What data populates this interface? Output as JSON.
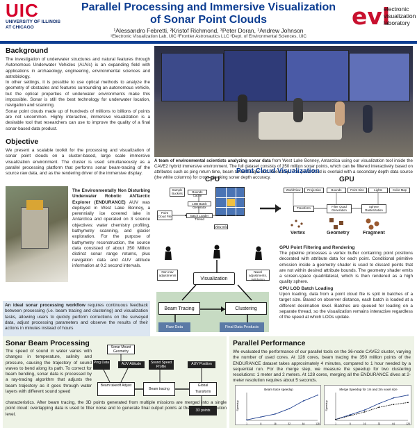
{
  "header": {
    "uic_big": "UIC",
    "uic_line1": "UNIVERSITY OF ILLINOIS",
    "uic_line2": "AT CHICAGO",
    "title_line1": "Parallel Processing and Immersive Visualization",
    "title_line2": "of Sonar Point Clouds",
    "authors": "¹Alessandro Febretti, ²Kristof Richmond, ³Peter Doran, ¹Andrew Johnson",
    "affiliations": "¹Electronic Visualization Lab, UIC  ²Frontier Astronautics LLC  ³Dept. of Environmental Sciences, UIC",
    "evl_big": "evl",
    "evl_line1": "electronic",
    "evl_line2": "visualization",
    "evl_line3": "laboratory"
  },
  "background": {
    "heading": "Background",
    "p1": "The investigation of underwater structures and natural features through Autonomous Underwater Vehicles (AUVs) is an expanding field with applications in archaeology, engineering, environmental sciences and astrobiology.",
    "p2": "In other settings, it is possible to use optical methods to analyze the geometry of obstacles and features surrounding an autonomous vehicle, but the optical properties of underwater environments make this impossible. Sonar is still the best technology for underwater location, navigation and scanning.",
    "p3": "Sonar point clouds made up of hundreds of millions to billions of points are not uncommon. Highly interactive, immersive visualization is a desirable tool that researchers can use to improve the quality of a final sonar-based data product."
  },
  "objective": {
    "heading": "Objective",
    "p1": "We present a scalable toolkit for the processing and visualization of sonar point clouds on a cluster-based, large scale immersive visualization environment. The cluster is used simultaneously as a parallel processing platform that performs sonar beam-tracing of the source raw data, and as the rendering driver of the immersive display."
  },
  "endurance": {
    "bold": "The Environmentally Non Disturbing Underwater Robotic ANTarctic Explorer (ENDURANCE)",
    "text": "AUV was deployed in West Lake Bonney, a perennially ice covered lake in Antarctica and operated on 3 science objectives: water chemistry profiling, bathymetry scanning, and glacier exploration. For the purpose of bathymetry reconstruction, the source data consisted of about 350 Million distinct sonar range returns, plus navigation data and AUV attitude information at 0.2 second intervals."
  },
  "ideal": {
    "bold": "An ideal sonar processing workflow",
    "text": "requires continuous feedback between processing (i.e. beam tracing and clustering) and visualization tasks, allowing users to quickly perform corrections on the surveyed data, adjust processing parameters and observe the results of their actions in minutes instead of hours"
  },
  "photo_caption": {
    "bold": "A team of environmental scientists analyzing sonar data",
    "text": "from West Lake Bonney, Antarctica using our visualization tool inside the CAVE2 hybrid immersive environment. The full dataset consists of 350 million sonar points, which can be filtered interactively based on attributes such as ping return time, beam takeoff angle and timestamp. The point cloud is overlaid with a secondary depth data source (the white columns) for cross-checking sonar depth accuracy."
  },
  "pcv": {
    "heading": "Point Cloud Visualization",
    "cpu": "CPU",
    "gpu": "GPU",
    "cpu_boxes": {
      "sample_buckets": "Sample Buckets",
      "bounds_cache": "Bounds Cache",
      "lod_batch_generator": "LOD Batch Generator",
      "batch_loader_thread": "Batch Loader Thread",
      "point_cloud_file": "Point Cloud File",
      "view_info": "View Info"
    },
    "gpu_boxes": {
      "world_view": "WorldView",
      "projection": "Projection",
      "bounds": "Bounds",
      "point_size": "Point Size",
      "lights": "Lights",
      "color_map": "Color Map",
      "transform": "Transform",
      "filter_quad": "Filter Quad Generation",
      "sphere_raster": "Sphere Rasterization"
    },
    "stages": {
      "vertex": "Vertex",
      "geometry": "Geometry",
      "fragment": "Fragment"
    }
  },
  "workflow": {
    "visualization": "Visualization",
    "beam_tracing": "Beam Tracing",
    "clustering": "Clustering",
    "raw_data": "Raw Data",
    "final_products": "Final Data Products",
    "left_note": "Non-nav adjustments",
    "right_note": "Naval adjustments, Validation"
  },
  "gpu_filter": {
    "heading": "GPU Point Filtering and Rendering",
    "text": "The pipeline processes a vertex buffer containing point positions decorated with attribute data for each point. Conditional primitive emission inside a geometry shader is used to discard points that are not within desired attribute bounds. The geometry shader emits a screen-space quadrilateral, which is then rendered as a high quality sphere."
  },
  "lod": {
    "heading": "CPU LOD Batch Loading",
    "text": "Upon loading, data from a point cloud file is split in batches of a target size. Based on observer distance, each batch is loaded at a different decimation level. Batches are queued for loading on a separate thread, so the visualization remains interactive regardless of the speed at which LODs update."
  },
  "sonar": {
    "heading": "Sonar Beam Processing",
    "p1": "The speed of sound in water varies with changes in temperature, salinity and pressure, causing the trajectory of sound waves to bend along its path. To correct for beam bending, sonar data is processed by a ray-tracing algorithm that adjusts the beam trajectory as it goes through water layers with different sound speed",
    "p2": "characteristics. After beam tracing, the 3D points generated from multiple missions are merged into a single point cloud: overlapping data is used to filter noise and to generate final output points at the desired resolution level.",
    "boxes": {
      "sonar_mount": "Sonar Mount Geometry",
      "ping_data": "Ping Data",
      "auv_attitude": "AUV Attitude",
      "sound_speed": "Sound Speed Profile",
      "auv_position": "AUV Position",
      "beam_takeoff": "Beam takeoff Adjust",
      "beam_tracing": "Beam tracing",
      "global_transform": "Global Transform",
      "points_3d": "3D points"
    }
  },
  "perf": {
    "heading": "Parallel Performance",
    "text": "We evaluated the performance of our parallel tools on the 36-node CAVE2 cluster, varying the number of used cores. At 128 cores, beam tracing the 350 million points of the ENDURANCE dataset takes approximately 4 minutes, compared to 1 hour needed by a sequential run. For the merge step, we measure the speedup for two clustering resolutions: 1 meter and 2 meters. At 128 cores, merging all the ENDURANCE dives at 2-meter resolution requires about 5 seconds."
  },
  "chart_data": [
    {
      "type": "line",
      "title": "Beam trace speedup",
      "xlabel": "",
      "ylabel": "Speedup",
      "x": [
        1,
        8,
        16,
        32,
        64,
        128
      ],
      "series": [
        {
          "values": [
            1,
            7,
            13,
            24,
            40,
            52
          ]
        }
      ]
    },
    {
      "type": "line",
      "title": "Merge Speedup for 1m and 2m voxel size",
      "xlabel": "",
      "ylabel": "Speedup",
      "x": [
        1,
        8,
        16,
        32,
        64,
        128
      ],
      "series": [
        {
          "values": [
            1,
            6,
            11,
            18,
            24,
            27
          ]
        },
        {
          "values": [
            1,
            5,
            9,
            14,
            17,
            19
          ]
        }
      ]
    }
  ],
  "colors": {
    "accent": "#0c3d91",
    "uic_red": "#d5002b",
    "evl_red": "#c8102e",
    "green": "#c7dbc3",
    "blue_box": "#5b7aa6"
  }
}
